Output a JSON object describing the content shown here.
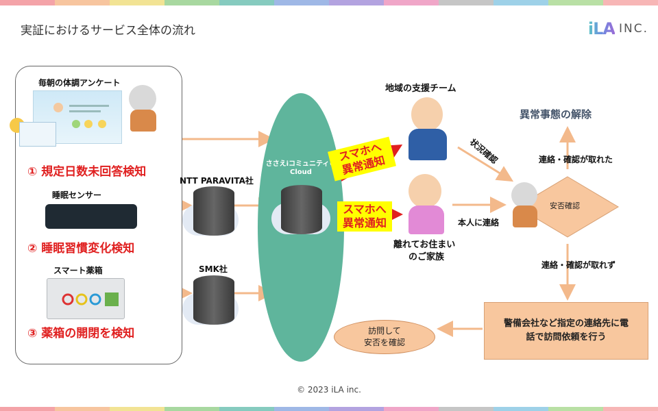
{
  "colors": {
    "arrow_orange": "#f3b98b",
    "red_text": "#e02020",
    "ellipse": "#5fb59c",
    "box_orange": "#f8c79e"
  },
  "stripe_colors": [
    "#f4a3a8",
    "#f7c59f",
    "#f2e394",
    "#a8d8a0",
    "#86cbbf",
    "#9fb8e6",
    "#b3a3e0",
    "#f0a6c8",
    "#c6c6c6",
    "#9ed1e8",
    "#b9e0a5",
    "#f7b6b6"
  ],
  "title": "実証におけるサービス全体の流れ",
  "logo": {
    "mark": "iLA",
    "inc": "INC."
  },
  "left": {
    "survey_label": "毎朝の体調アンケート",
    "detect1": "① 規定日数未回答検知",
    "sensor_label": "睡眠センサー",
    "detect2": "② 睡眠習慣変化検知",
    "medbox_label": "スマート薬箱",
    "detect3": "③ 薬箱の開閉を検知"
  },
  "servers": {
    "ntt": "NTT PARAVITA社",
    "smk": "SMK社"
  },
  "cloud": {
    "name": "ささえiコミュニティ®",
    "sub": "Cloud"
  },
  "notify": {
    "line1": "スマホへ",
    "line2": "異常通知"
  },
  "team": {
    "label": "地域の支援チーム",
    "status": "状況確認"
  },
  "family": {
    "line1": "離れてお住まい",
    "line2": "のご家族",
    "contact": "本人に連絡"
  },
  "decision": {
    "center": "安否確認",
    "ok": "連絡・確認が取れた",
    "ng": "連絡・確認が取れず",
    "resolved": "異常事態の解除"
  },
  "escalation": {
    "line1": "警備会社など指定の連絡先に電",
    "line2": "話で訪問依頼を行う"
  },
  "visit": {
    "line1": "訪問して",
    "line2": "安否を確認"
  },
  "copyright": "© 2023 iLA inc."
}
